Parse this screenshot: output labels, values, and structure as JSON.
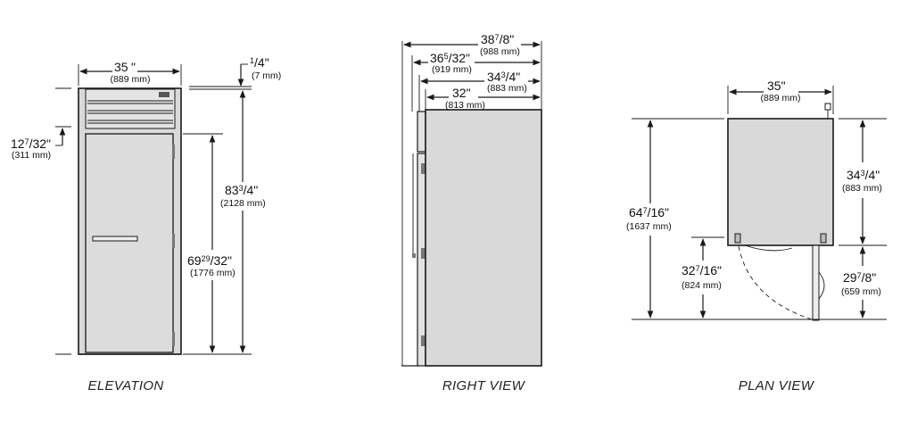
{
  "views": {
    "elevation": {
      "caption": "ELEVATION",
      "width": {
        "whole": "35",
        "frac": "",
        "mm": "(889 mm)"
      },
      "top_gap": {
        "whole": "",
        "frac": "1/4",
        "mm": "(7 mm)"
      },
      "top_panel": {
        "whole": "12",
        "frac": "7/32",
        "mm": "(311 mm)"
      },
      "overall_height": {
        "whole": "83",
        "frac": "3/4",
        "mm": "(2128 mm)"
      },
      "door_height": {
        "whole": "69",
        "frac": "29/32",
        "mm": "(1776 mm)"
      }
    },
    "right_view": {
      "caption": "RIGHT VIEW",
      "depth_overall": {
        "whole": "38",
        "frac": "7/8",
        "mm": "(988 mm)"
      },
      "depth_2": {
        "whole": "36",
        "frac": "5/32",
        "mm": "(919 mm)"
      },
      "depth_3": {
        "whole": "34",
        "frac": "3/4",
        "mm": "(883 mm)"
      },
      "depth_body": {
        "whole": "32",
        "frac": "",
        "mm": "(813 mm)"
      }
    },
    "plan_view": {
      "caption": "PLAN VIEW",
      "width": {
        "whole": "35",
        "frac": "",
        "mm": "(889 mm)"
      },
      "cabinet_depth": {
        "whole": "34",
        "frac": "3/4",
        "mm": "(883 mm)"
      },
      "overall_clearance": {
        "whole": "64",
        "frac": "7/16",
        "mm": "(1637 mm)"
      },
      "door_swing": {
        "whole": "32",
        "frac": "7/16",
        "mm": "(824 mm)"
      },
      "door_projection": {
        "whole": "29",
        "frac": "7/8",
        "mm": "(659 mm)"
      }
    }
  }
}
